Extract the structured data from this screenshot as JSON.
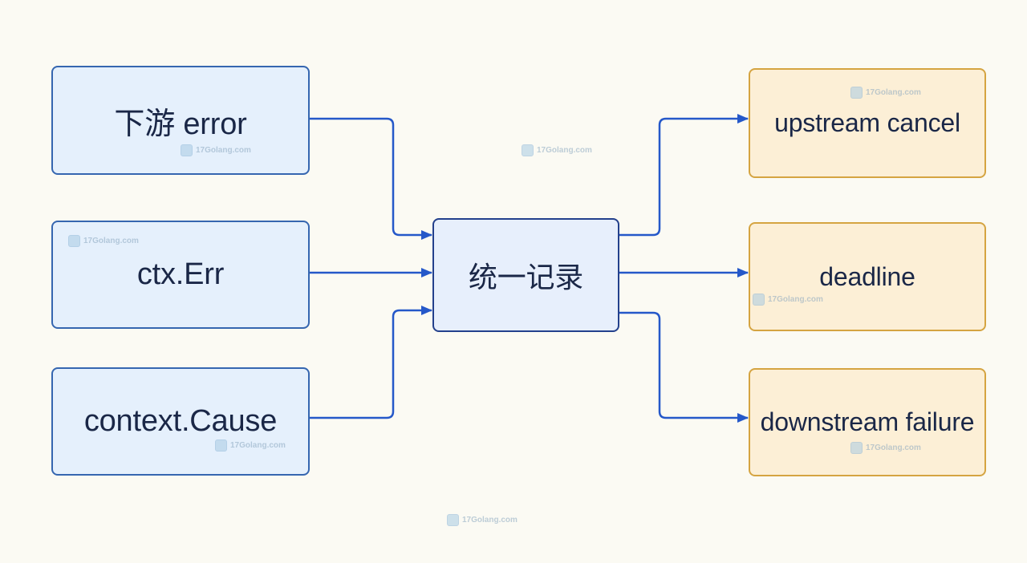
{
  "diagram": {
    "sources": [
      {
        "label": "下游 error"
      },
      {
        "label": "ctx.Err"
      },
      {
        "label": "context.Cause"
      }
    ],
    "hub": {
      "label": "统一记录"
    },
    "targets": [
      {
        "label": "upstream cancel"
      },
      {
        "label": "deadline"
      },
      {
        "label": "downstream failure"
      }
    ]
  },
  "watermark": {
    "text": "17Golang.com"
  },
  "colors": {
    "background": "#fbfaf3",
    "source_fill": "#e5f0fc",
    "source_border": "#3566b0",
    "hub_fill": "#e7effc",
    "hub_border": "#23408c",
    "target_fill": "#fcefd6",
    "target_border": "#d5a441",
    "arrow": "#2558c9",
    "text": "#1a2747"
  }
}
